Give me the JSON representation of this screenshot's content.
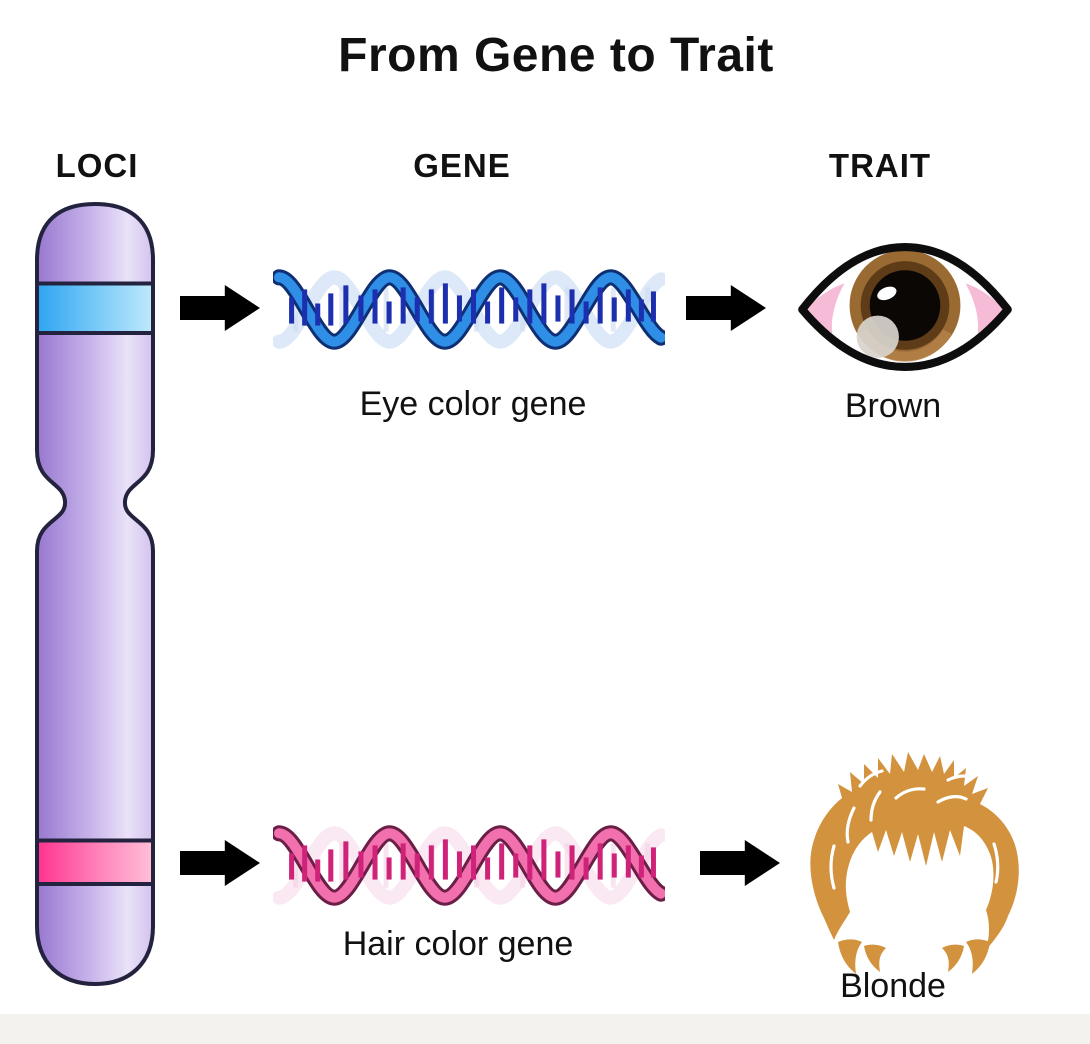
{
  "title": "From Gene to Trait",
  "columns": {
    "loci": "LOCI",
    "gene": "GENE",
    "trait": "TRAIT"
  },
  "rows": [
    {
      "gene_label": "Eye color gene",
      "trait_label": "Brown",
      "locus_band_color": "#2b9cf0",
      "helix_color": "#2f8fe6",
      "trait_color": "#8a5a2a",
      "gene_icon": "dna-helix-icon",
      "trait_icon": "eye-icon",
      "arrow_icon": "arrow-right-icon"
    },
    {
      "gene_label": "Hair color gene",
      "trait_label": "Blonde",
      "locus_band_color": "#ff2d8c",
      "helix_color": "#f170ad",
      "trait_color": "#d2923e",
      "gene_icon": "dna-helix-icon",
      "trait_icon": "hair-icon",
      "arrow_icon": "arrow-right-icon"
    }
  ],
  "colors": {
    "background": "#ffffff",
    "text": "#111111",
    "arrow": "#000000",
    "chromosome_body": "#c2abe7",
    "chromosome_outline": "#23233f",
    "eye_iris_brown": "#8a5a2a",
    "eye_pupil": "#0b0705",
    "eye_corner_pink": "#f6bcd7",
    "hair_blonde": "#d2923e",
    "footer_strip": "#f4f2ef"
  },
  "icons": {
    "chromosome": "chromosome-icon",
    "dna": "dna-helix-icon",
    "eye": "eye-icon",
    "hair": "hair-icon",
    "arrow": "arrow-right-icon"
  }
}
